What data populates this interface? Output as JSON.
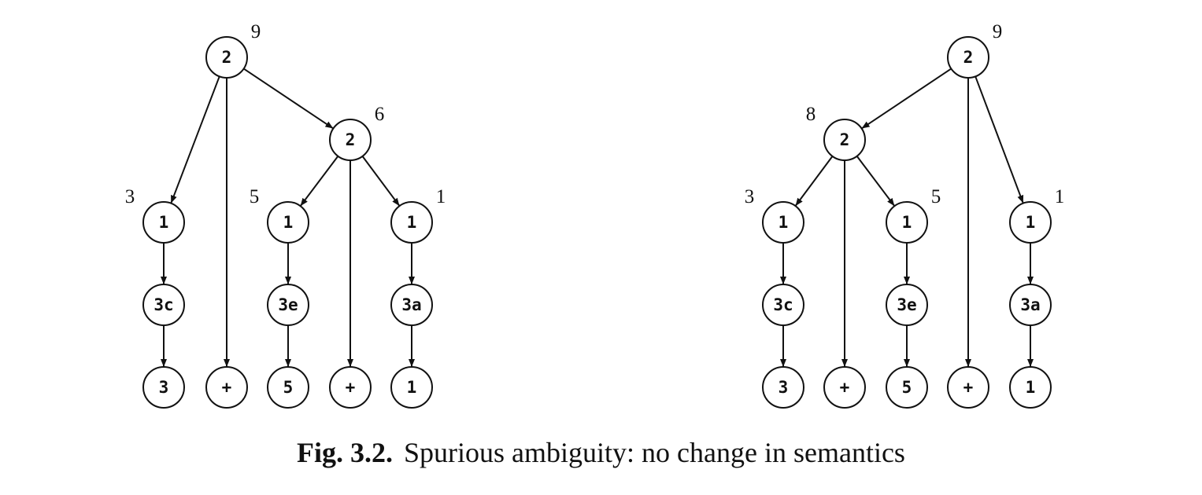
{
  "figure": {
    "caption_label": "Fig. 3.2.",
    "caption_text": "Spurious ambiguity: no change in semantics"
  },
  "trees": [
    {
      "nodes": [
        {
          "id": "r",
          "label": "2",
          "value": "9"
        },
        {
          "id": "a",
          "label": "2",
          "value": "6"
        },
        {
          "id": "b",
          "label": "1",
          "value": "3"
        },
        {
          "id": "c",
          "label": "1",
          "value": "5"
        },
        {
          "id": "d",
          "label": "1",
          "value": "1"
        },
        {
          "id": "bc",
          "label": "3c"
        },
        {
          "id": "ce",
          "label": "3e"
        },
        {
          "id": "da",
          "label": "3a"
        },
        {
          "id": "l1",
          "label": "3"
        },
        {
          "id": "l2",
          "label": "+"
        },
        {
          "id": "l3",
          "label": "5"
        },
        {
          "id": "l4",
          "label": "+"
        },
        {
          "id": "l5",
          "label": "1"
        }
      ],
      "edges": [
        [
          "r",
          "b"
        ],
        [
          "r",
          "l2"
        ],
        [
          "r",
          "a"
        ],
        [
          "a",
          "c"
        ],
        [
          "a",
          "l4"
        ],
        [
          "a",
          "d"
        ],
        [
          "b",
          "bc"
        ],
        [
          "bc",
          "l1"
        ],
        [
          "c",
          "ce"
        ],
        [
          "ce",
          "l3"
        ],
        [
          "d",
          "da"
        ],
        [
          "da",
          "l5"
        ]
      ]
    },
    {
      "nodes": [
        {
          "id": "r",
          "label": "2",
          "value": "9"
        },
        {
          "id": "a",
          "label": "2",
          "value": "8"
        },
        {
          "id": "b",
          "label": "1",
          "value": "3"
        },
        {
          "id": "c",
          "label": "1",
          "value": "5"
        },
        {
          "id": "d",
          "label": "1",
          "value": "1"
        },
        {
          "id": "bc",
          "label": "3c"
        },
        {
          "id": "ce",
          "label": "3e"
        },
        {
          "id": "da",
          "label": "3a"
        },
        {
          "id": "l1",
          "label": "3"
        },
        {
          "id": "l2",
          "label": "+"
        },
        {
          "id": "l3",
          "label": "5"
        },
        {
          "id": "l4",
          "label": "+"
        },
        {
          "id": "l5",
          "label": "1"
        }
      ],
      "edges": [
        [
          "r",
          "a"
        ],
        [
          "r",
          "l4"
        ],
        [
          "r",
          "d"
        ],
        [
          "a",
          "b"
        ],
        [
          "a",
          "l2"
        ],
        [
          "a",
          "c"
        ],
        [
          "b",
          "bc"
        ],
        [
          "bc",
          "l1"
        ],
        [
          "c",
          "ce"
        ],
        [
          "ce",
          "l3"
        ],
        [
          "d",
          "da"
        ],
        [
          "da",
          "l5"
        ]
      ]
    }
  ]
}
